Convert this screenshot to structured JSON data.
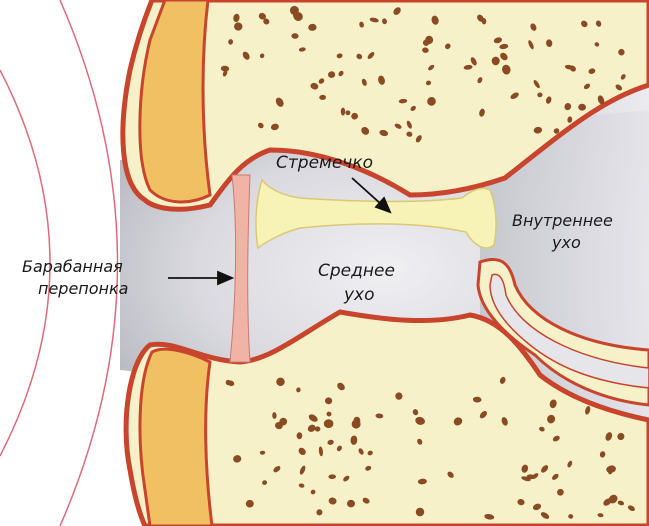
{
  "diagram": {
    "labels": {
      "stirrup": "Стремечко",
      "middle_ear_line1": "Среднее",
      "middle_ear_line2": "ухо",
      "inner_ear_line1": "Внутреннее",
      "inner_ear_line2": "ухо",
      "eardrum_line1": "Барабанная",
      "eardrum_line2": "перепонка"
    },
    "colors": {
      "bone_fill": "#f6f1c9",
      "cortex_orange": "#f0c062",
      "red_outline": "#c8442c",
      "cavity_gray": "#cfcfd6",
      "cavity_light": "#e6e6ea",
      "eardrum_pink": "#f0b3a5",
      "stapes_yellow": "#f7f2b5",
      "pore_brown": "#8a4a22",
      "sound_wave": "#e06a7a"
    }
  }
}
